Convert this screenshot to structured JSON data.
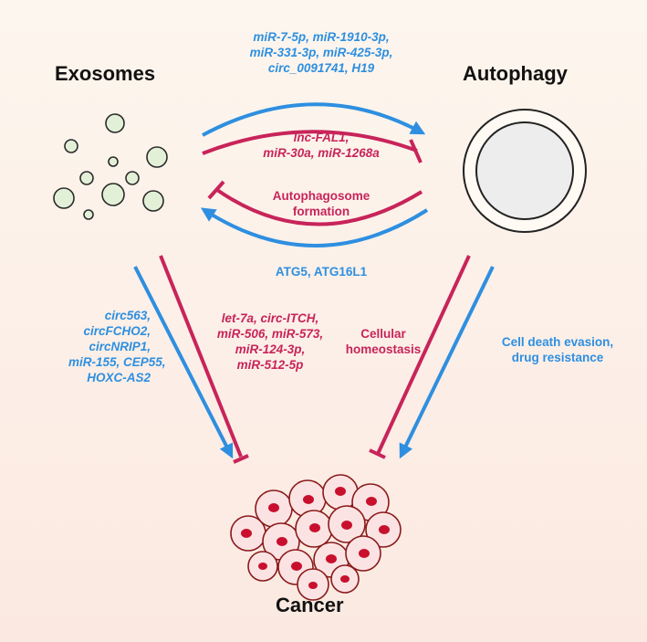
{
  "titles": {
    "exosomes": "Exosomes",
    "autophagy": "Autophagy",
    "cancer": "Cancer"
  },
  "labels": {
    "top_promote": [
      "miR-7-5p, miR-1910-3p,",
      "miR-331-3p, miR-425-3p,",
      "circ_0091741, H19"
    ],
    "top_inhibit": [
      "lnc-FAL1,",
      "miR-30a, miR-1268a"
    ],
    "autophagosome": [
      "Autophagosome",
      "formation"
    ],
    "atg": "ATG5, ATG16L1",
    "exo_cancer_promote": [
      "circ563,",
      "circFCHO2,",
      "circNRIP1,",
      "miR-155, CEP55,",
      "HOXC-AS2"
    ],
    "exo_cancer_inhibit": [
      "let-7a, circ-ITCH,",
      "miR-506, miR-573,",
      "miR-124-3p,",
      "miR-512-5p"
    ],
    "homeostasis": [
      "Cellular",
      "homeostasis"
    ],
    "death_evasion": [
      "Cell death evasion,",
      "drug resistance"
    ]
  },
  "colors": {
    "promote": "#2e8fe0",
    "inhibit": "#c8245a",
    "background_top": "#fdf6ee",
    "background_bottom": "#fbe9e1",
    "vesicle_fill": "#e3f0d8",
    "cell_fill": "#fbe3e3",
    "nucleus": "#c8102e"
  },
  "icons": {
    "exosome_vesicles": "vesicle-cluster-icon",
    "autophagosome": "double-membrane-circle-icon",
    "tumor": "tumor-cell-cluster-icon"
  }
}
